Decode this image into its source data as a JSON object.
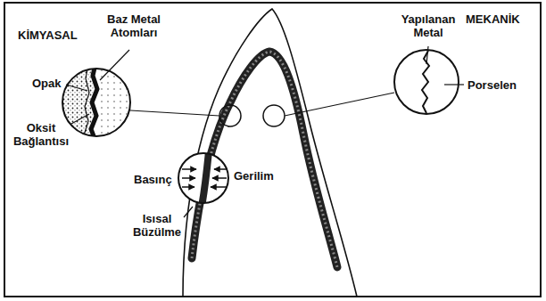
{
  "diagram": {
    "labels": [
      "KİMYASAL",
      "Baz Metal Atomları",
      "Opak",
      "Oksit Bağlantısı",
      "Yapılanan Metal",
      "MEKANİK",
      "Porselen",
      "Basınç",
      "Gerilim",
      "Isısal Büzülme"
    ]
  }
}
